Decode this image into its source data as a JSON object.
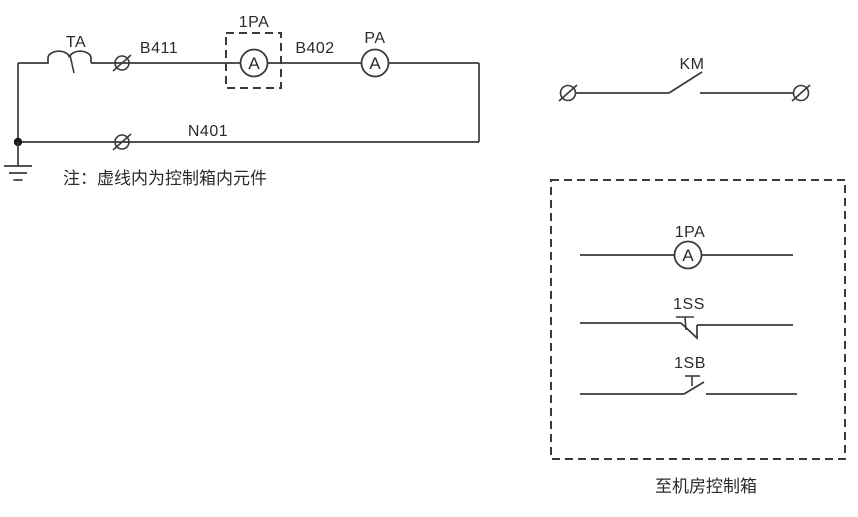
{
  "palette": {
    "line_color": "#3a3a3a",
    "text_color": "#2b2b2b",
    "background": "#ffffff"
  },
  "primary_circuit": {
    "transformer_label": "TA",
    "wire_top_label": "B411",
    "control_box_meter": {
      "label": "1PA",
      "dial_letter": "A"
    },
    "wire_mid_label": "B402",
    "panel_meter": {
      "label": "PA",
      "dial_letter": "A"
    },
    "wire_bottom_label": "N401",
    "note": "注：虚线内为控制箱内元件"
  },
  "contactor_contact": {
    "label": "KM"
  },
  "remote_control_box": {
    "ammeter": {
      "label": "1PA",
      "dial_letter": "A"
    },
    "selector_switch": {
      "label": "1SS"
    },
    "pushbutton": {
      "label": "1SB"
    },
    "caption": "至机房控制箱"
  }
}
